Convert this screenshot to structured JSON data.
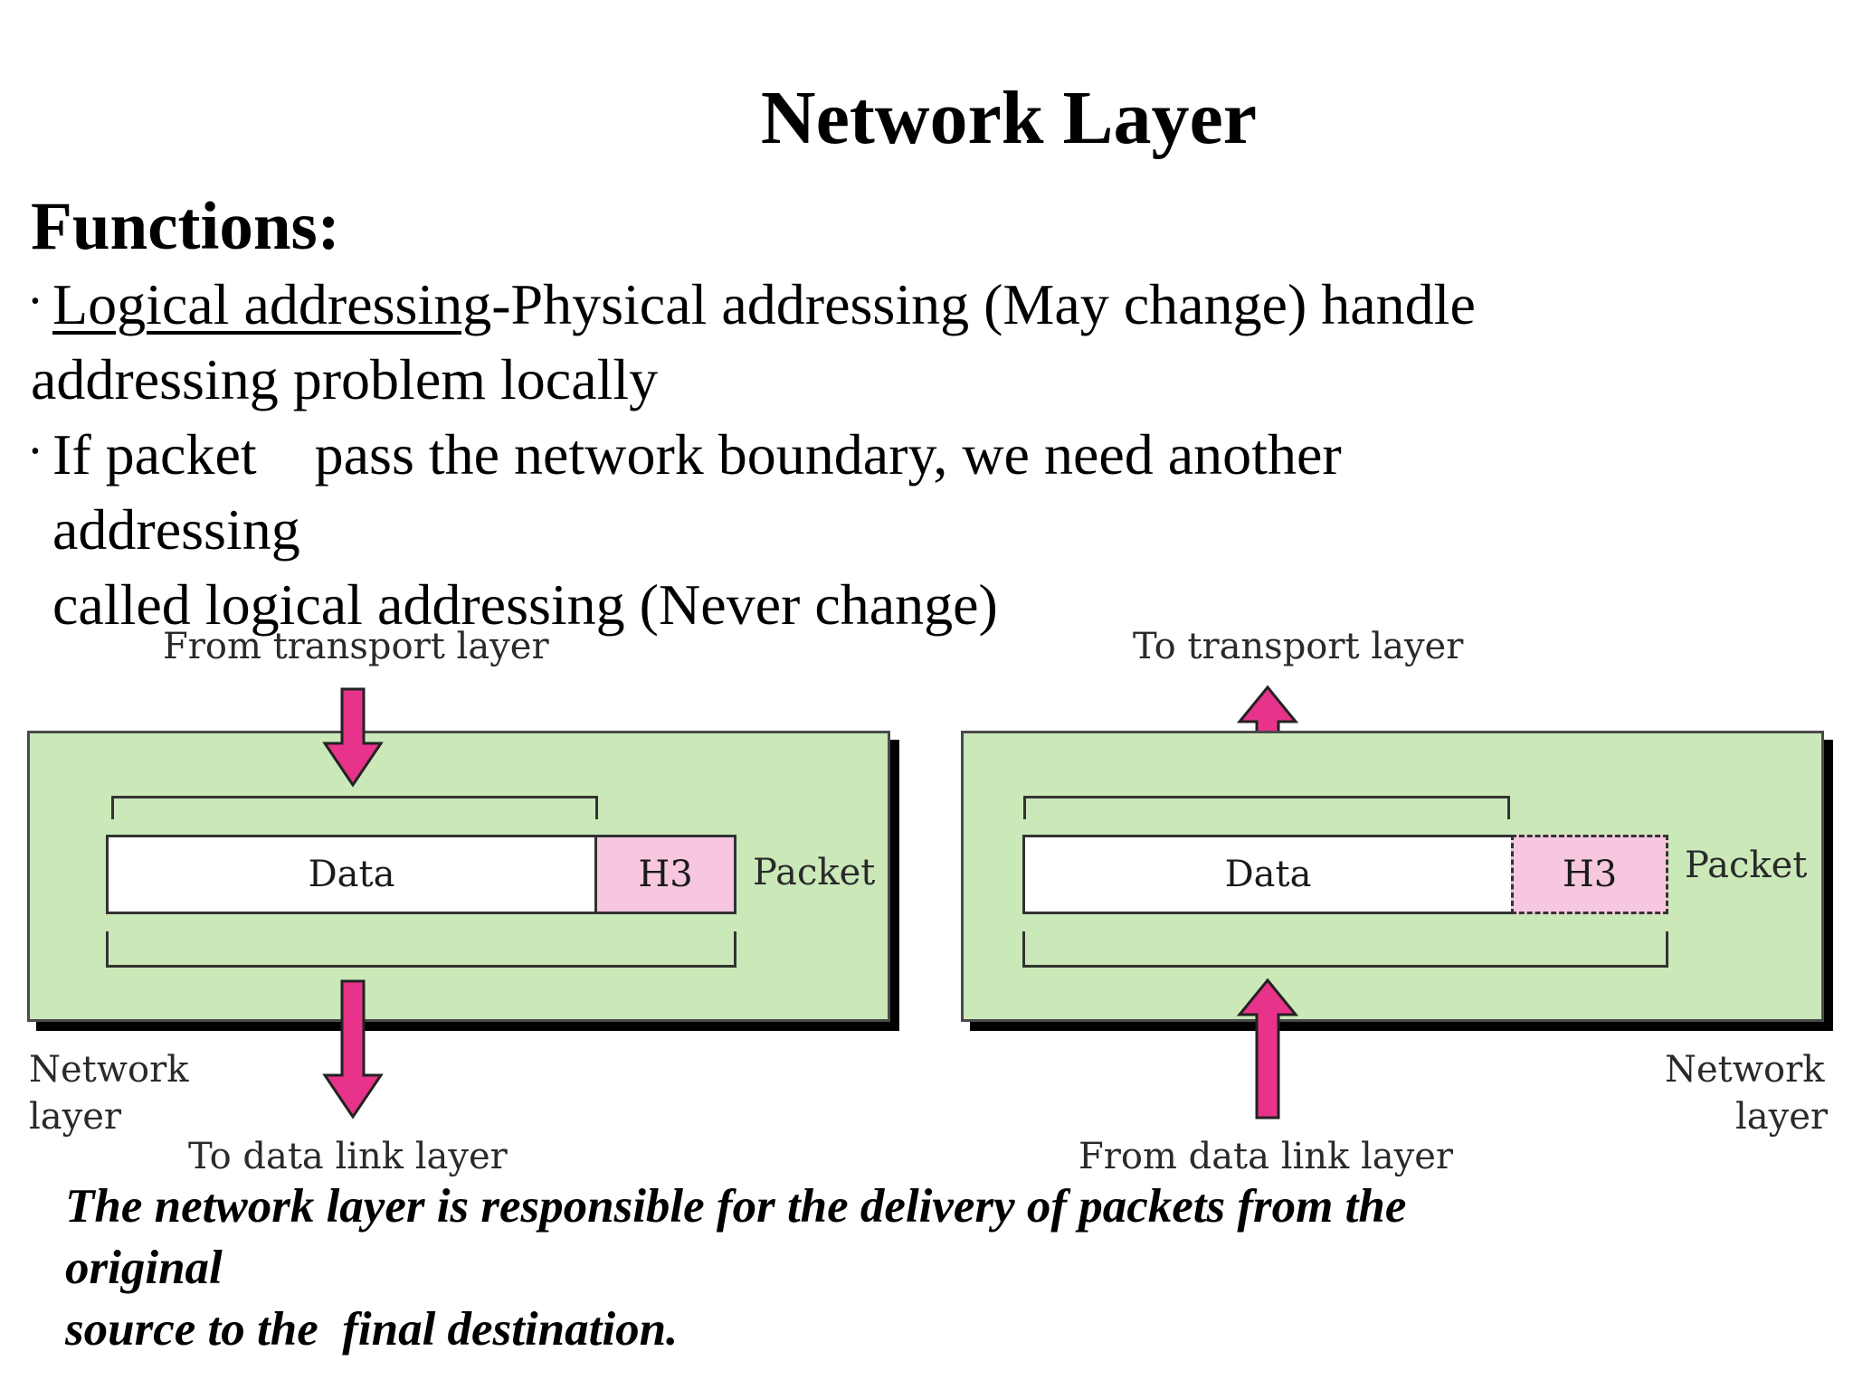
{
  "slide": {
    "title": "Network Layer",
    "subheading": "Functions:",
    "bullet1": {
      "term": "Logical addressing",
      "rest": "-Physical addressing (May change) handle",
      "line2": "addressing problem locally"
    },
    "bullet2": {
      "line1": "If packet    pass the network boundary, we need another",
      "line2": "addressing",
      "line3": "called logical addressing (Never change)"
    },
    "caption": {
      "line1": "The network layer is responsible for the delivery of packets from the",
      "line2": "original",
      "line3": "source to the  final destination."
    }
  },
  "diagram": {
    "colors": {
      "panel": "#cbe8b9",
      "arrow": "#e8338a",
      "header": "#f7c6df"
    },
    "sender": {
      "top_label": "From transport layer",
      "data_label": "Data",
      "header_label": "H3",
      "packet_label": "Packet",
      "side_label_line1": "Network",
      "side_label_line2": "layer",
      "bottom_label": "To data link layer"
    },
    "receiver": {
      "top_label": "To transport layer",
      "data_label": "Data",
      "header_label": "H3",
      "packet_label": "Packet",
      "side_label_line1": "Network",
      "side_label_line2": "layer",
      "bottom_label": "From data link layer"
    }
  }
}
